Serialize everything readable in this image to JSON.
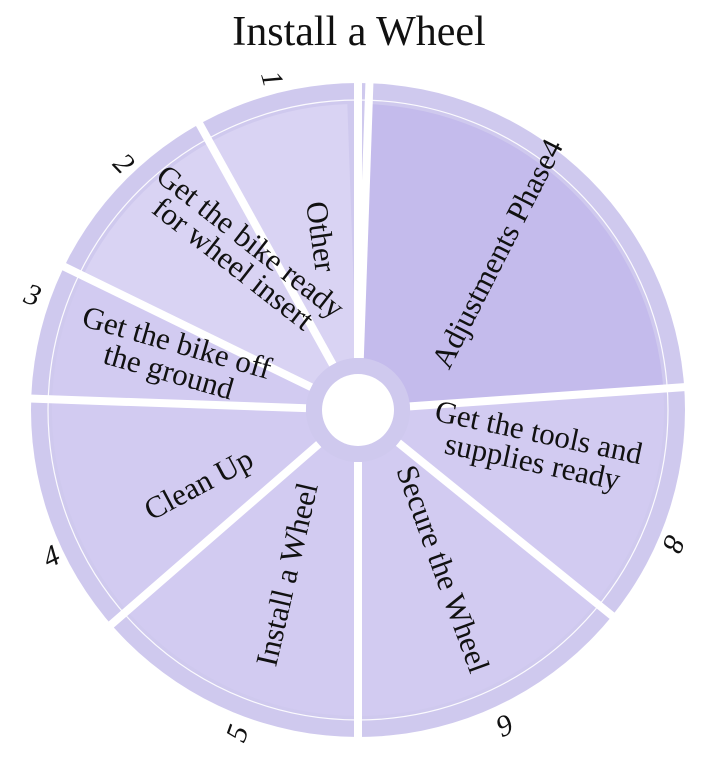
{
  "title": "Install a Wheel",
  "colors": {
    "ring": "#cfc9ee",
    "segment_light": "#d9d3f3",
    "segment_mid": "#d2cbf1",
    "segment_accent": "#c4bbec",
    "separator": "#ffffff"
  },
  "segments": [
    {
      "id": "adjustments",
      "label_lines": [
        "Adjustments Phase4"
      ],
      "number": ""
    },
    {
      "id": "tools",
      "label_lines": [
        "Get the tools and",
        "supplies ready"
      ],
      "number": "8"
    },
    {
      "id": "secure",
      "label_lines": [
        "Secure the Wheel"
      ],
      "number": "6"
    },
    {
      "id": "install",
      "label_lines": [
        "Install a Wheel"
      ],
      "number": "5"
    },
    {
      "id": "cleanup",
      "label_lines": [
        "Clean Up"
      ],
      "number": "4"
    },
    {
      "id": "bike-off-ground",
      "label_lines": [
        "Get the bike off",
        "the ground"
      ],
      "number": "3"
    },
    {
      "id": "bike-ready",
      "label_lines": [
        "Get the bike ready",
        "for wheel insert"
      ],
      "number": "2"
    },
    {
      "id": "other",
      "label_lines": [
        "Other"
      ],
      "number": "1"
    }
  ]
}
